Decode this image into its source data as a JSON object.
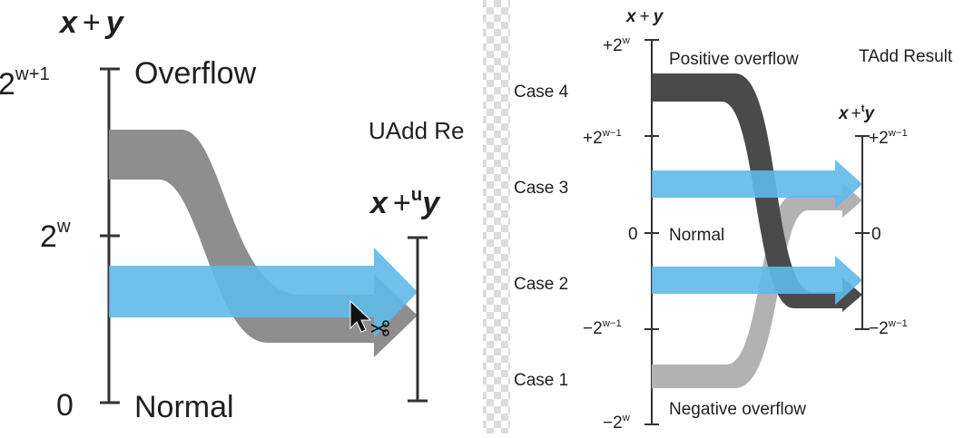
{
  "colors": {
    "blue": "#5fb9e8",
    "gray": "#8e8e8e",
    "dark": "#4a4a4a",
    "light_gray": "#b2b2b2",
    "axis": "#333333",
    "checker_a": "#ffffff",
    "checker_b": "#dcdcdc"
  },
  "left": {
    "axis_title": {
      "x": "x",
      "plus": "+",
      "y": "y"
    },
    "ticks": {
      "top": {
        "base": "2",
        "exp": "w+1"
      },
      "mid": {
        "base": "2",
        "exp": "w"
      },
      "bottom": "0"
    },
    "region_overflow": "Overflow",
    "region_normal": "Normal",
    "result_title": "UAdd Re",
    "result_axis": {
      "x": "x",
      "plus": "+",
      "sup": "u",
      "y": "y"
    }
  },
  "right": {
    "axis_title": {
      "x": "x",
      "plus": "+",
      "y": "y"
    },
    "ticks": {
      "t1": {
        "base": "+2",
        "exp": "w"
      },
      "t2": {
        "base": "+2",
        "exp": "w−1"
      },
      "t3": "0",
      "t4": {
        "base": "−2",
        "exp": "w−1"
      },
      "t5": {
        "base": "−2",
        "exp": "w"
      }
    },
    "cases": [
      "Case 4",
      "Case 3",
      "Case 2",
      "Case 1"
    ],
    "region_positive": "Positive overflow",
    "region_normal": "Normal",
    "region_negative": "Negative overflow",
    "result_title": "TAdd Result",
    "result_axis": {
      "x": "x",
      "plus": "+",
      "sup": "t",
      "y": "y"
    },
    "result_ticks": {
      "r1": {
        "base": "+2",
        "exp": "w−1"
      },
      "r2": "0",
      "r3": {
        "base": "−2",
        "exp": "w−1"
      }
    }
  }
}
